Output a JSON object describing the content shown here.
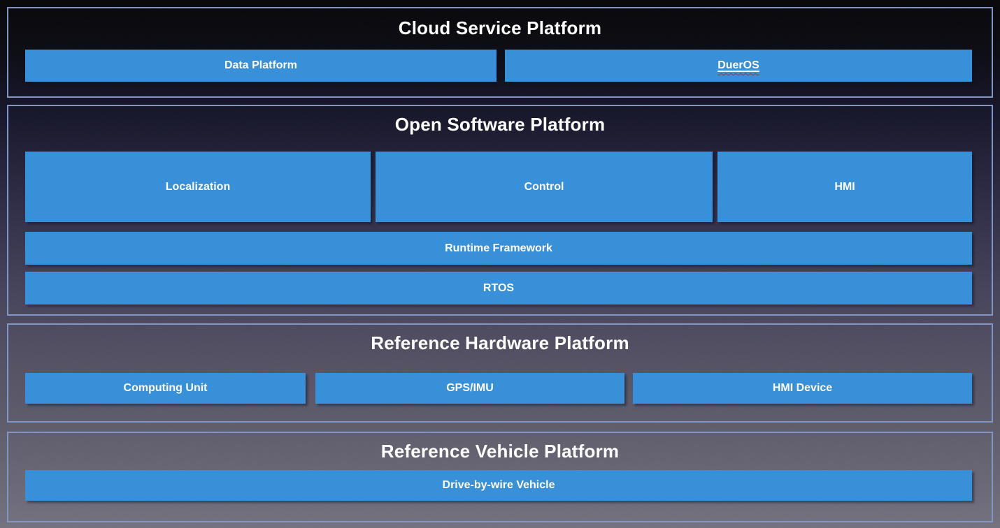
{
  "sections": {
    "cloud": {
      "title": "Cloud Service Platform",
      "data_platform": "Data Platform",
      "dueros": "DuerOS"
    },
    "software": {
      "title": "Open Software Platform",
      "localization": "Localization",
      "control": "Control",
      "hmi": "HMI",
      "runtime": "Runtime Framework",
      "rtos": "RTOS"
    },
    "hardware": {
      "title": "Reference Hardware Platform",
      "computing_unit": "Computing Unit",
      "gps_imu": "GPS/IMU",
      "hmi_device": "HMI Device"
    },
    "vehicle": {
      "title": "Reference Vehicle Platform",
      "drive_by_wire": "Drive-by-wire Vehicle"
    }
  },
  "colors": {
    "accent_blue": "#3890d8",
    "panel_border": "#8097c5",
    "label_text": "#ffffff",
    "squiggle_red": "#d41f1f",
    "bg_top": "#050507",
    "bg_mid": "#44425a",
    "bg_bottom": "#73717e"
  }
}
